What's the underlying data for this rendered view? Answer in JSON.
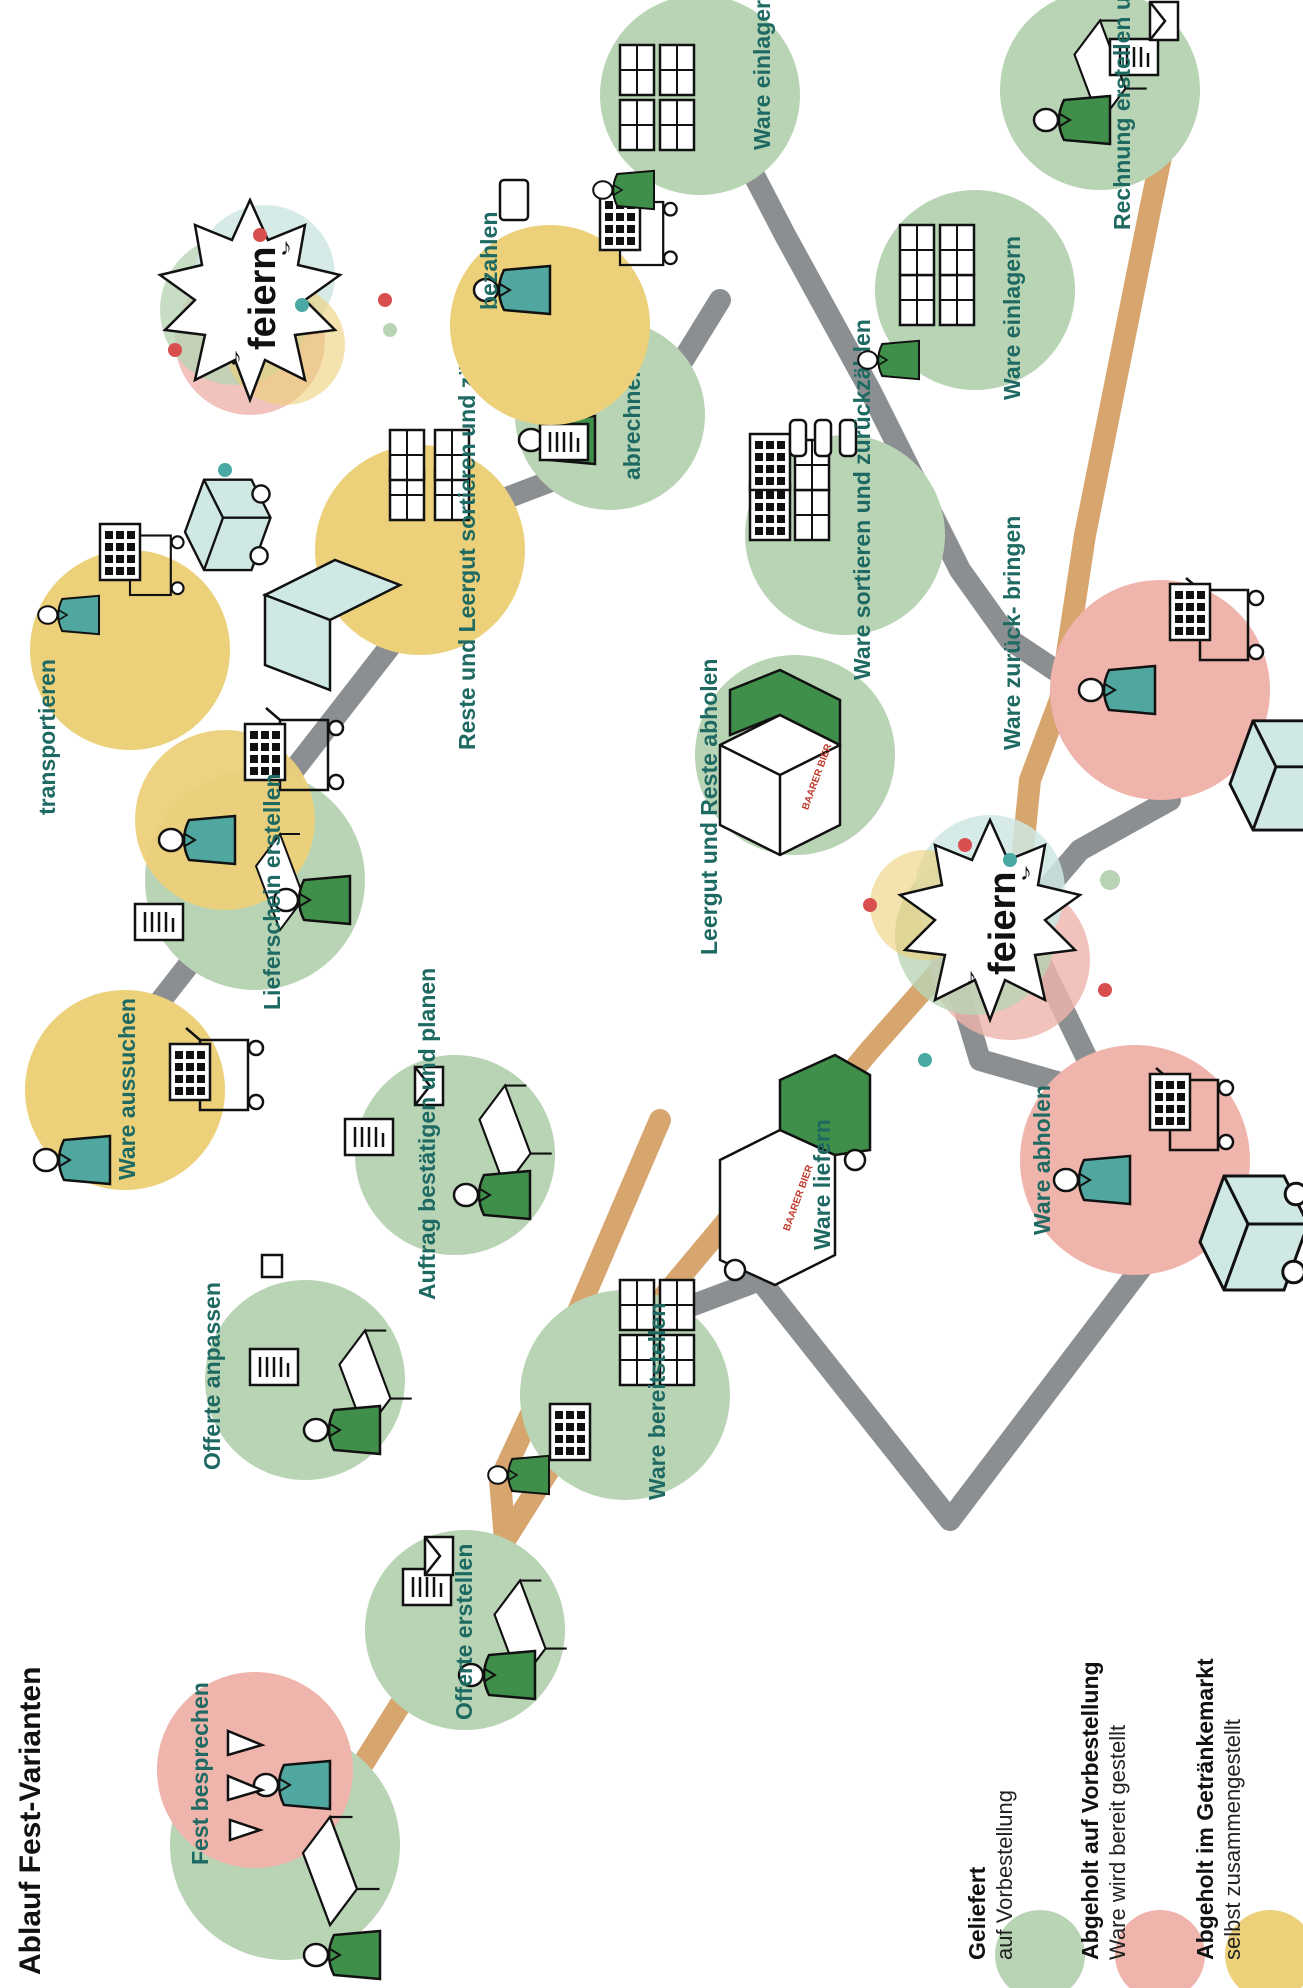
{
  "title": "Ablauf Fest-Varianten",
  "colors": {
    "geliefert": "#b9d4b5",
    "abgeholt_vorbestellung": "#efb4ab",
    "abgeholt_getraenkemarkt": "#ecd07a",
    "path_delivered": "#d7a56e",
    "path_pickup": "#8c8f91",
    "label_text": "#1e6a63",
    "person_green": "#3f8f4a",
    "person_teal": "#4fa7a0"
  },
  "steps": {
    "fest_besprechen": "Fest besprechen",
    "offerte_erstellen": "Offerte erstellen",
    "offerte_anpassen": "Offerte anpassen",
    "auftrag_bestaetigen": "Auftrag bestätigen und planen",
    "ware_bereitstellen": "Ware bereitstellen",
    "ware_aussuchen": "Ware aussuchen",
    "lieferschein_erstellen": "Lieferschein erstellen",
    "transportieren": "transportieren",
    "feiern_top": "feiern",
    "reste_leergut": "Reste und Leergut sortieren und zählen",
    "abrechnen": "abrechnen",
    "bezahlen": "bezahlen",
    "ware_einlagern_top": "Ware einlagern",
    "ware_liefern": "Ware liefern",
    "ware_abholen": "Ware abholen",
    "feiern_bottom": "feiern",
    "leergut_reste_abholen": "Leergut und Reste abholen",
    "ware_zurueckbringen": "Ware zurück- bringen",
    "ware_sortieren": "Ware sortieren und zurückzählen",
    "ware_einlagern_bottom": "Ware einlagern",
    "rechnung": "Rechnung erstellen und schicken"
  },
  "truck_text": "BAARER BIER",
  "legend": [
    {
      "heading": "Geliefert",
      "sub": "auf Vorbestellung",
      "color": "#b9d4b5"
    },
    {
      "heading": "Abgeholt auf Vorbestellung",
      "sub": "Ware wird bereit gestellt",
      "color": "#efb4ab"
    },
    {
      "heading": "Abgeholt im Getränkemarkt",
      "sub": "selbst zusammengestellt",
      "color": "#ecd07a"
    }
  ]
}
